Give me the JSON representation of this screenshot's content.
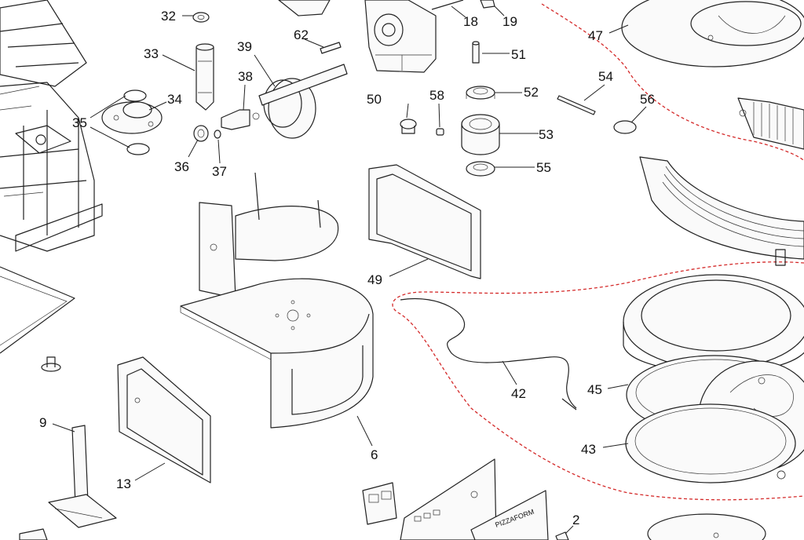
{
  "labels": {
    "p2": "2",
    "p6": "6",
    "p9": "9",
    "p13": "13",
    "p18": "18",
    "p19": "19",
    "p32": "32",
    "p33": "33",
    "p34": "34",
    "p35": "35",
    "p36": "36",
    "p37": "37",
    "p38": "38",
    "p39": "39",
    "p42": "42",
    "p43": "43",
    "p45": "45",
    "p47": "47",
    "p49": "49",
    "p50": "50",
    "p51": "51",
    "p52": "52",
    "p53": "53",
    "p54": "54",
    "p55": "55",
    "p56": "56",
    "p58": "58",
    "p62": "62"
  },
  "panel_brand": "PIZZAFORM",
  "colors": {
    "line": "#222222",
    "cable_outline": "#d42a2a",
    "background": "#ffffff"
  }
}
